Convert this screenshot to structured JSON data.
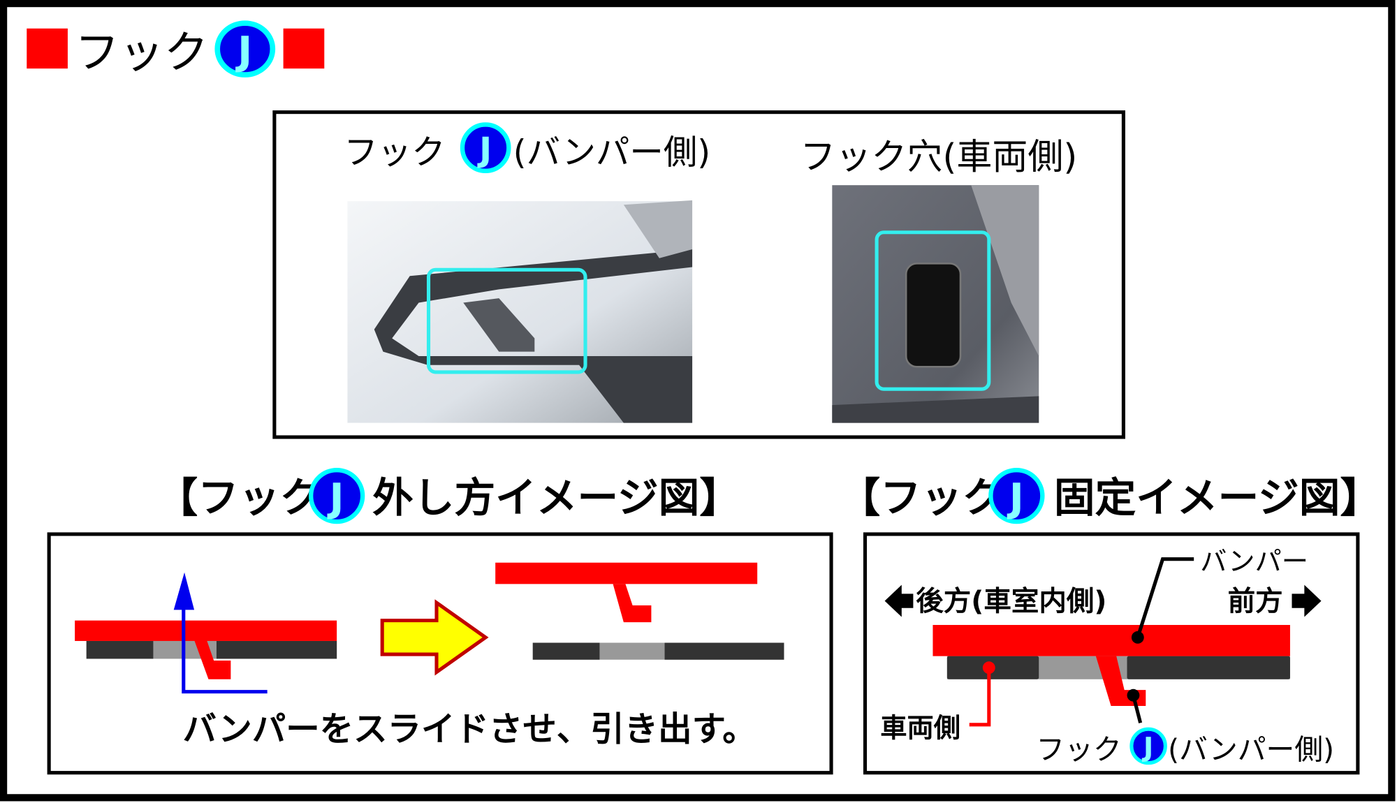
{
  "title": {
    "text": "フック",
    "badge": "J"
  },
  "photos": {
    "left_label": "フック",
    "left_badge": "J",
    "left_suffix": "(バンパー側)",
    "right_label": "フック穴(車両側)"
  },
  "removal": {
    "heading_prefix": "【フック",
    "badge": "J",
    "heading_suffix": "外し方イメージ図】",
    "caption": "バンパーをスライドさせ、引き出す。"
  },
  "fixing": {
    "heading_prefix": "【フック",
    "badge": "J",
    "heading_suffix": "固定イメージ図】",
    "bumper_label": "バンパー",
    "rear_label": "後方(車室内側)",
    "front_label": "前方",
    "vehicle_label": "車両側",
    "hook_label": "フック",
    "hook_badge": "J",
    "hook_suffix": "(バンパー側)"
  },
  "colors": {
    "accent_red": "#ff0000",
    "badge_blue": "#0000ee",
    "badge_ring": "#00ffff",
    "dark_part": "#333333"
  }
}
